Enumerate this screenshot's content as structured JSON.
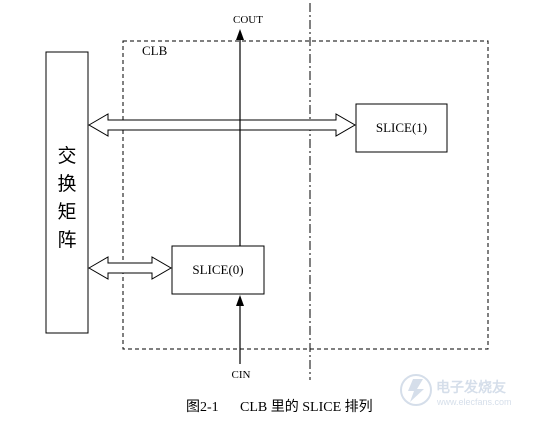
{
  "diagram": {
    "clb_label": "CLB",
    "cout_label": "COUT",
    "cin_label": "CIN",
    "switch_matrix_chars": [
      "交",
      "换",
      "矩",
      "阵"
    ],
    "slice_top_label": "SLICE(1)",
    "slice_bottom_label": "SLICE(0)"
  },
  "caption": {
    "number": "图2-1",
    "text": "CLB 里的 SLICE 排列"
  },
  "watermark": {
    "name": "电子发烧友",
    "url": "www.elecfans.com"
  }
}
